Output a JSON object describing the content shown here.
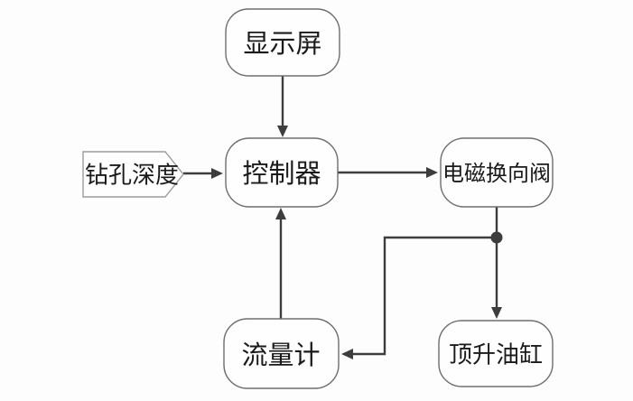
{
  "diagram": {
    "type": "flowchart",
    "nodes": {
      "display": {
        "label": "显示屏",
        "shape": "rounded-rect"
      },
      "depth_input": {
        "label": "钻孔深度",
        "shape": "pointed-pentagon"
      },
      "controller": {
        "label": "控制器",
        "shape": "rounded-rect"
      },
      "valve": {
        "label": "电磁换向阀",
        "shape": "rounded-rect"
      },
      "flow_meter": {
        "label": "流量计",
        "shape": "rounded-rect"
      },
      "cylinder": {
        "label": "顶升油缸",
        "shape": "rounded-rect"
      }
    },
    "edges": [
      {
        "from": "显示屏",
        "to": "控制器",
        "style": "arrow-down"
      },
      {
        "from": "钻孔深度",
        "to": "控制器",
        "style": "arrow-right"
      },
      {
        "from": "控制器",
        "to": "电磁换向阀",
        "style": "arrow-right"
      },
      {
        "from": "电磁换向阀",
        "to": "顶升油缸",
        "style": "arrow-down-through-junction"
      },
      {
        "from": "电磁换向阀",
        "to": "流量计",
        "style": "branch-left-down-arrow-left"
      },
      {
        "from": "流量计",
        "to": "控制器",
        "style": "arrow-up"
      }
    ],
    "junction": {
      "note": "filled dot on valve output line where flow-meter branch splits"
    },
    "colors": {
      "line": "#3d3d3d",
      "box_border": "#6e6e6e",
      "pentagon_border": "#9c9c9c",
      "node_fill": "#fefefe",
      "text": "#1a1a1a",
      "background": "#fdfdfd"
    }
  }
}
